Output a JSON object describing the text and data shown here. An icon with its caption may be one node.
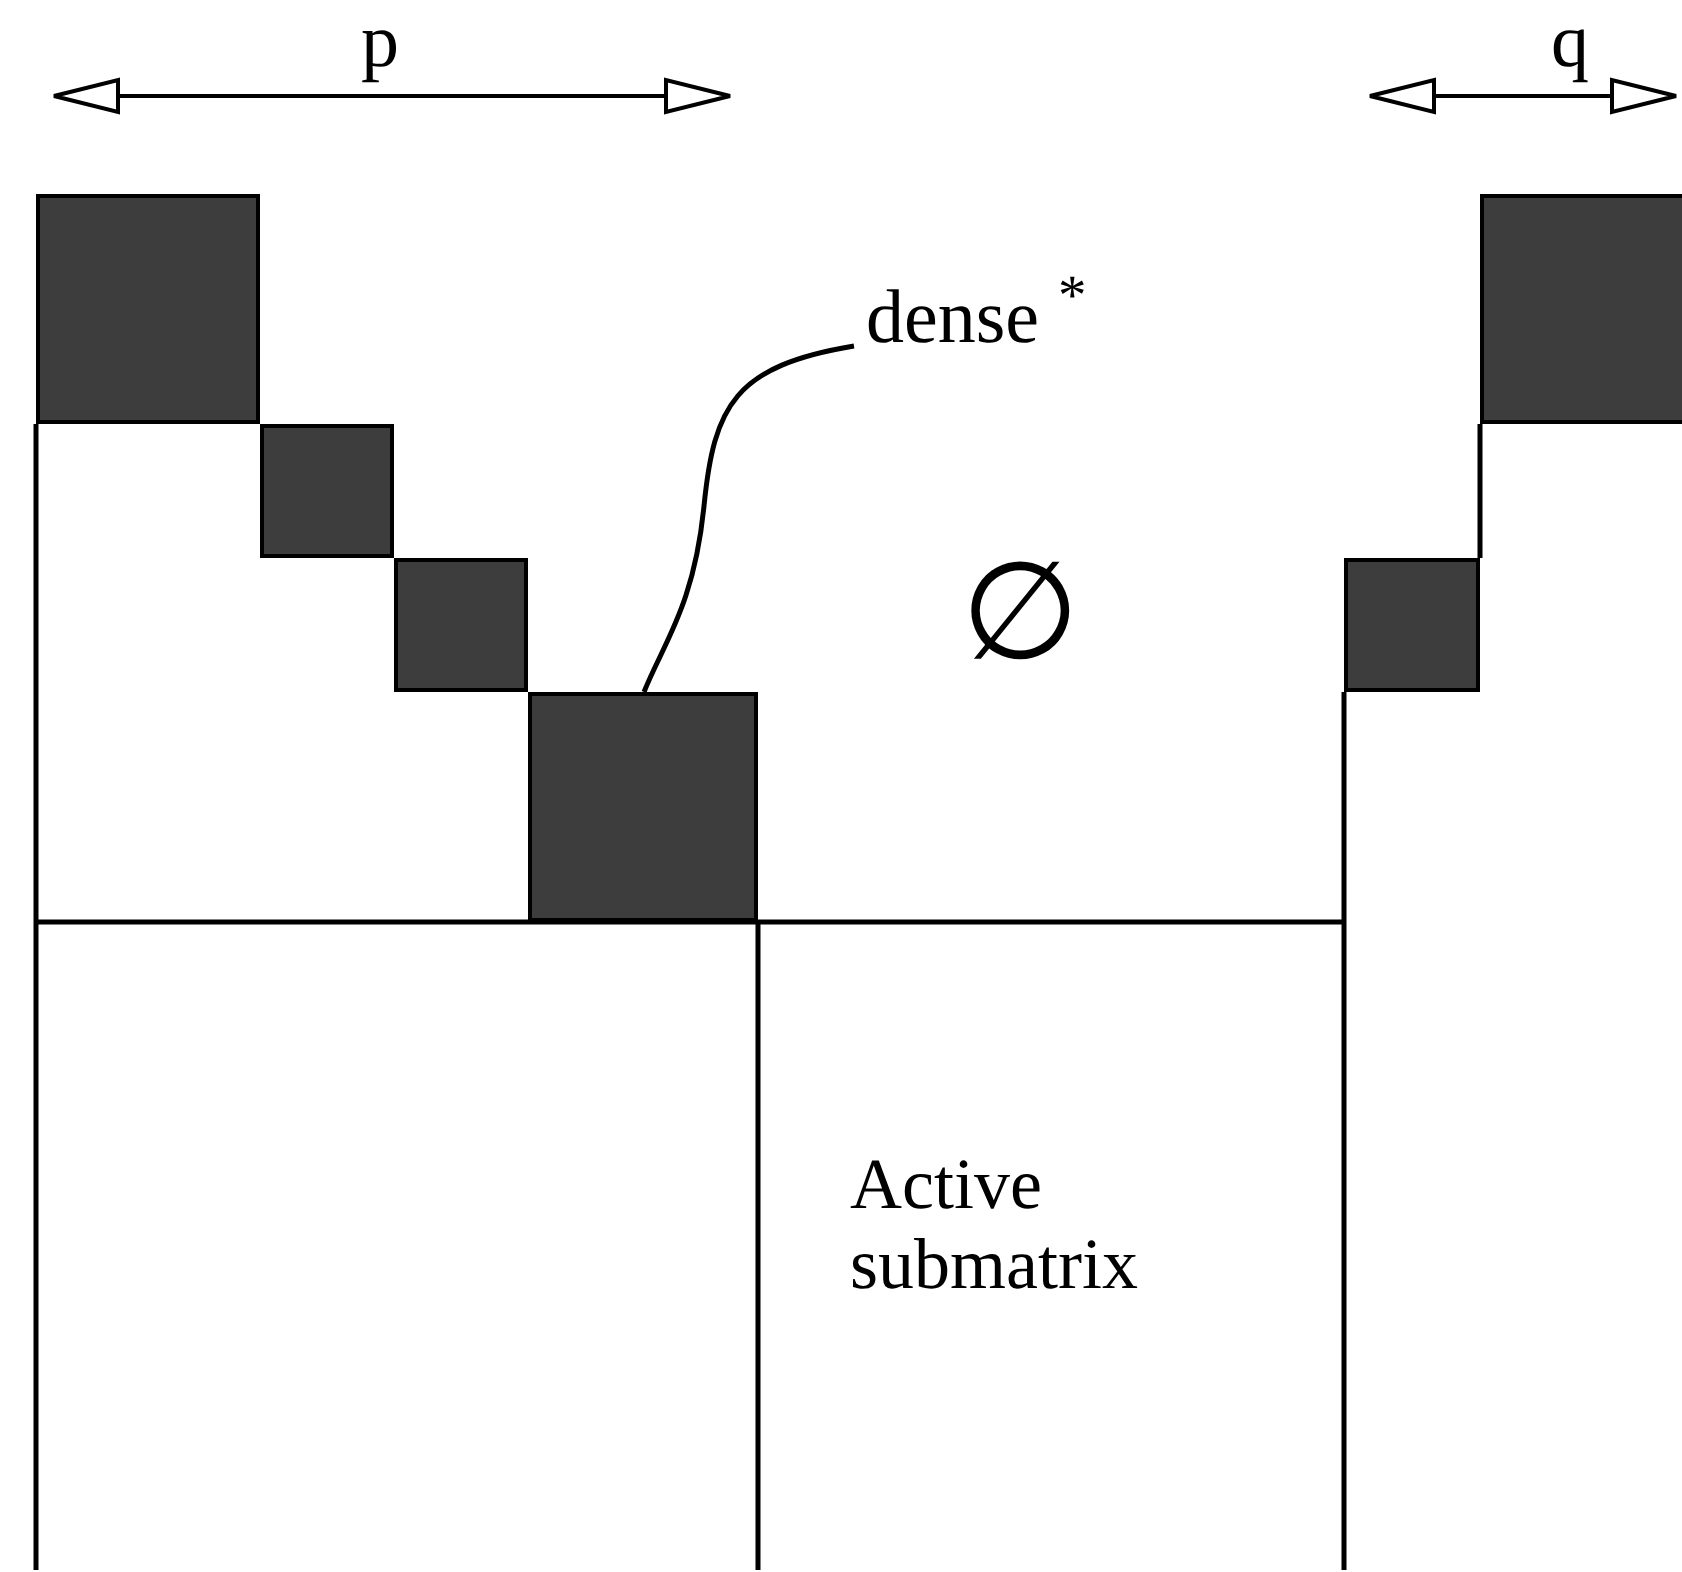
{
  "diagram": {
    "nodes": [
      {
        "text": [],
        "shape": "box"
      },
      {
        "text": [],
        "shape": "box"
      },
      {
        "text": [
          "dense $^{*}$"
        ]
      },
      {
        "text": [],
        "shape": "box"
      },
      {
        "text": [],
        "shape": "box"
      },
      {
        "text": [],
        "shape": "box"
      },
      {
        "text": [],
        "shape": "box"
      }
    ],
    "edges": [
      {
        "from": 2,
        "to": 6,
        "arrow": "none"
      }
    ],
    "labels": [
      "p",
      "q",
      "∅",
      "Active submatrix"
    ]
  }
}
